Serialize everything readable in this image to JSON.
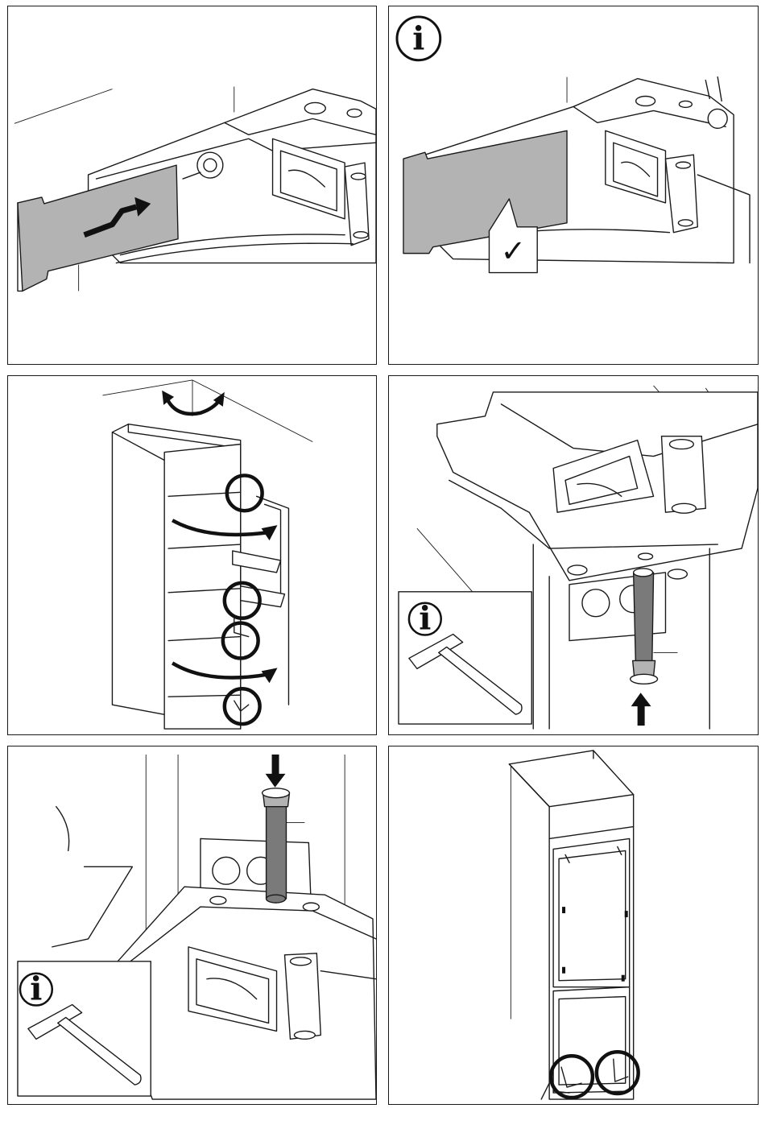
{
  "figures": [
    {
      "id": "p1",
      "has_info_badge": false
    },
    {
      "id": "p2",
      "has_info_badge": true,
      "info_glyph": "i",
      "check_glyph": "✓"
    },
    {
      "id": "p3",
      "has_info_badge": false
    },
    {
      "id": "p4",
      "has_info_badge": true,
      "info_glyph": "i"
    },
    {
      "id": "p5",
      "has_info_badge": true,
      "info_glyph": "i"
    },
    {
      "id": "p6",
      "has_info_badge": false
    }
  ],
  "icons": [
    "insert-arrow-icon",
    "info-icon",
    "checkmark-icon",
    "rotate-arrows-icon",
    "hammer-icon",
    "up-arrow-icon",
    "down-arrow-icon"
  ],
  "colors": {
    "line": "#1a1a1a",
    "part_fill": "#b3b3b3",
    "dark_fill": "#7a7a7a",
    "background": "#ffffff"
  }
}
